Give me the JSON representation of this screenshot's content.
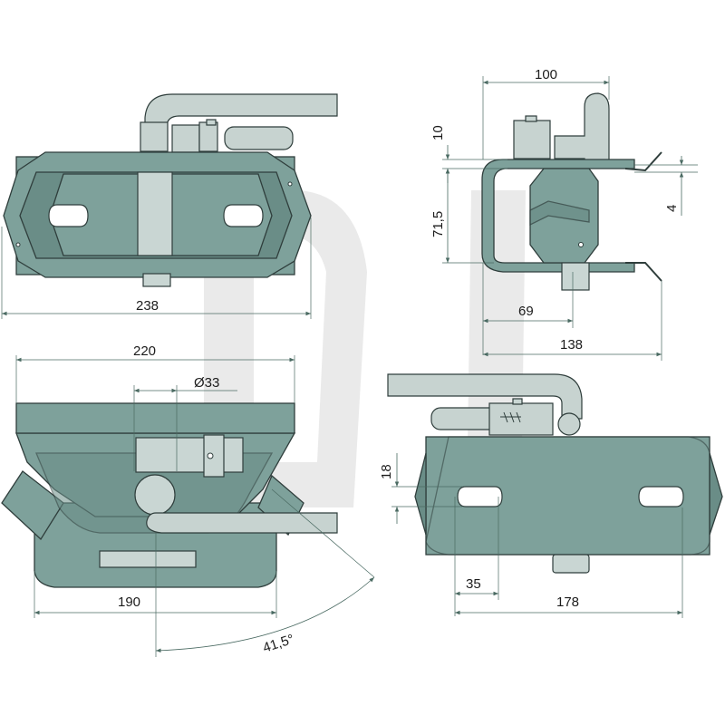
{
  "dimensions": {
    "width_238": "238",
    "width_220": "220",
    "bore_33": "Ø33",
    "width_190": "190",
    "angle_41_5": "41,5°",
    "width_100": "100",
    "height_10": "10",
    "height_71_5": "71,5",
    "gap_4": "4",
    "width_69": "69",
    "width_138": "138",
    "height_18": "18",
    "width_35": "35",
    "width_178": "178"
  },
  "colors": {
    "body": "#7ea19b",
    "handle": "#c7d3d0",
    "dimension_line": "#4a6a62"
  }
}
